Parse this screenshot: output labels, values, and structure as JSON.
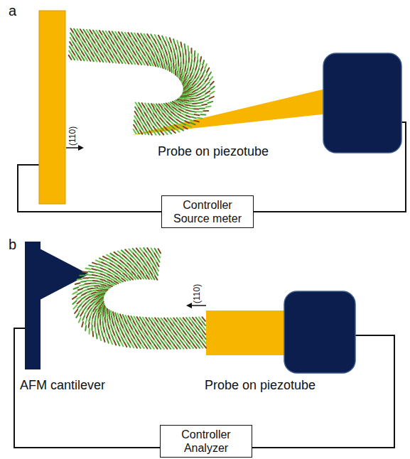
{
  "diagram": {
    "nodes": [
      {
        "text": [
          "Controller",
          "Source meter"
        ]
      },
      {
        "text": [
          "Controller",
          "Analyzer"
        ]
      }
    ],
    "labels": [
      "a",
      "(110)",
      "Probe on piezotube",
      "b",
      "(110)",
      "AFM cantilever",
      "Probe on piezotube"
    ]
  }
}
